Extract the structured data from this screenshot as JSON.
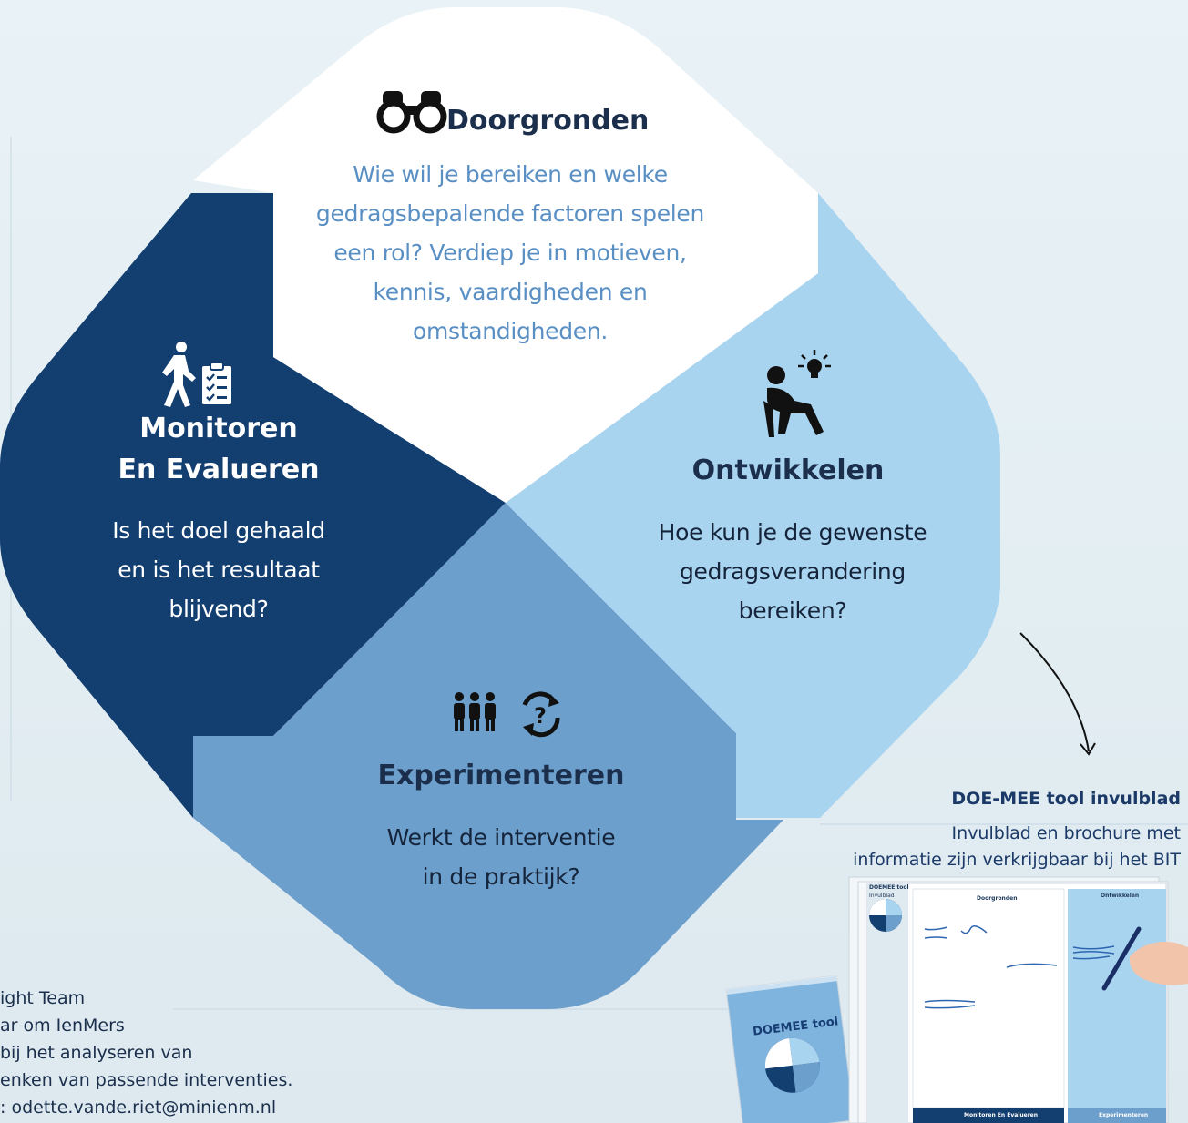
{
  "colors": {
    "white_quadrant": "#ffffff",
    "light_quadrant": "#a9d4f0",
    "mid_quadrant": "#6c9fcb",
    "dark_quadrant": "#133e70",
    "text_blue": "#5a8fc4",
    "title_dark": "#1b2f4c"
  },
  "quadrants": {
    "top": {
      "icon": "binoculars-icon",
      "title": "Doorgronden",
      "lines": [
        "Wie wil je bereiken en welke",
        "gedragsbepalende factoren spelen",
        "een rol? Verdiep je in motieven,",
        "kennis, vaardigheden en",
        "omstandigheden."
      ]
    },
    "left": {
      "icons": [
        "walking-person-icon",
        "clipboard-checklist-icon"
      ],
      "title_lines": [
        "Monitoren",
        "En Evalueren"
      ],
      "lines": [
        "Is het doel gehaald",
        "en is het resultaat",
        "blijvend?"
      ]
    },
    "right": {
      "icon": "thinking-person-lightbulb-icon",
      "title": "Ontwikkelen",
      "lines": [
        "Hoe kun je de gewenste",
        "gedragsverandering",
        "bereiken?"
      ]
    },
    "bottom": {
      "icons": [
        "group-of-people-icon",
        "question-cycle-icon"
      ],
      "title": "Experimenteren",
      "lines": [
        "Werkt de interventie",
        "in de praktijk?"
      ]
    }
  },
  "tool_info": {
    "title": "DOE-MEE tool invulblad",
    "lines": [
      "Invulblad en brochure met",
      "informatie zijn verkrijgbaar bij het BIT"
    ]
  },
  "footer_lines": [
    "ight Team",
    "ar om IenMers",
    "bij het analyseren van",
    "enken van passende interventies.",
    ": odette.vande.riet@minienm.nl"
  ],
  "brochure": {
    "cover_title": "DOEMEE tool",
    "sheet_back_title": "DOEMEE tool",
    "sheet_back_subtitle": "Invulblad",
    "sheet_header_left": "Doorgronden",
    "sheet_header_right": "Ontwikkelen",
    "sheet_footer_left": "Monitoren En Evalueren",
    "sheet_footer_right": "Experimenteren"
  }
}
